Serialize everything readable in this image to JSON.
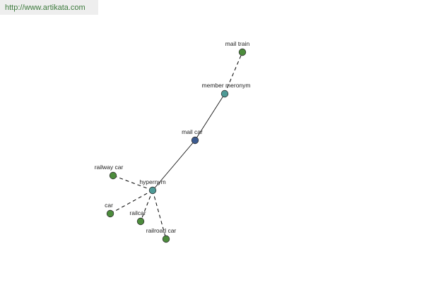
{
  "watermark": "http://www.artikata.com",
  "colors": {
    "center": "#3b5a8f",
    "relation": "#4e9a96",
    "word": "#4c8c3c"
  },
  "graph": {
    "nodes": [
      {
        "id": "mail-car",
        "label": "mail car",
        "kind": "center"
      },
      {
        "id": "member-meronym",
        "label": "member meronym",
        "kind": "relation"
      },
      {
        "id": "mail-train",
        "label": "mail train",
        "kind": "word"
      },
      {
        "id": "hypernym",
        "label": "hypernym",
        "kind": "relation"
      },
      {
        "id": "railway-car",
        "label": "railway car",
        "kind": "word"
      },
      {
        "id": "car",
        "label": "car",
        "kind": "word"
      },
      {
        "id": "railcar",
        "label": "railcar",
        "kind": "word"
      },
      {
        "id": "railroad-car",
        "label": "railroad car",
        "kind": "word"
      }
    ],
    "edges": [
      {
        "from": "mail-car",
        "to": "member-meronym",
        "style": "solid"
      },
      {
        "from": "mail-car",
        "to": "hypernym",
        "style": "solid"
      },
      {
        "from": "member-meronym",
        "to": "mail-train",
        "style": "dashed"
      },
      {
        "from": "hypernym",
        "to": "railway-car",
        "style": "dashed"
      },
      {
        "from": "hypernym",
        "to": "car",
        "style": "dashed"
      },
      {
        "from": "hypernym",
        "to": "railcar",
        "style": "dashed"
      },
      {
        "from": "hypernym",
        "to": "railroad-car",
        "style": "dashed"
      }
    ]
  }
}
